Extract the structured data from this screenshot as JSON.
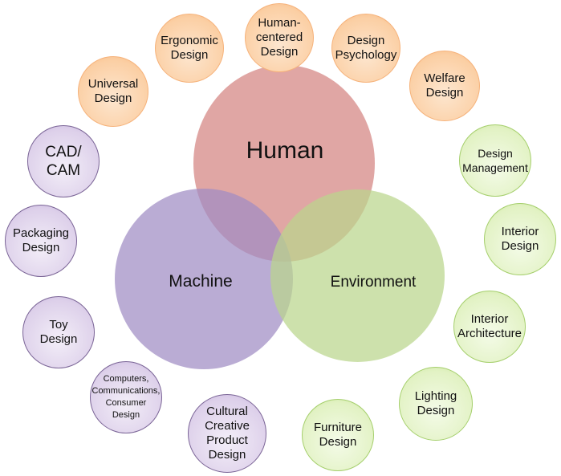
{
  "venn": {
    "human": "Human",
    "machine": "Machine",
    "environment": "Environment"
  },
  "bubbles": {
    "ergonomic": "Ergonomic\nDesign",
    "human_centered": "Human-\ncentered\nDesign",
    "design_psychology": "Design\nPsychology",
    "welfare": "Welfare\nDesign",
    "universal": "Universal\nDesign",
    "cad_cam": "CAD/\nCAM",
    "design_management": "Design\nManagement",
    "packaging": "Packaging\nDesign",
    "interior_design": "Interior\nDesign",
    "toy": "Toy\nDesign",
    "interior_architecture": "Interior\nArchitecture",
    "computers": "Computers,\nCommunications,\nConsumer\nDesign",
    "lighting": "Lighting\nDesign",
    "cultural": "Cultural\nCreative\nProduct\nDesign",
    "furniture": "Furniture\nDesign"
  },
  "colors": {
    "human": "#d9928f",
    "machine": "#a998c5",
    "environment": "#c2d995",
    "orange_group": "#fbcfa4",
    "purple_group": "#ddd0ea",
    "green_group": "#e2f2c4"
  }
}
